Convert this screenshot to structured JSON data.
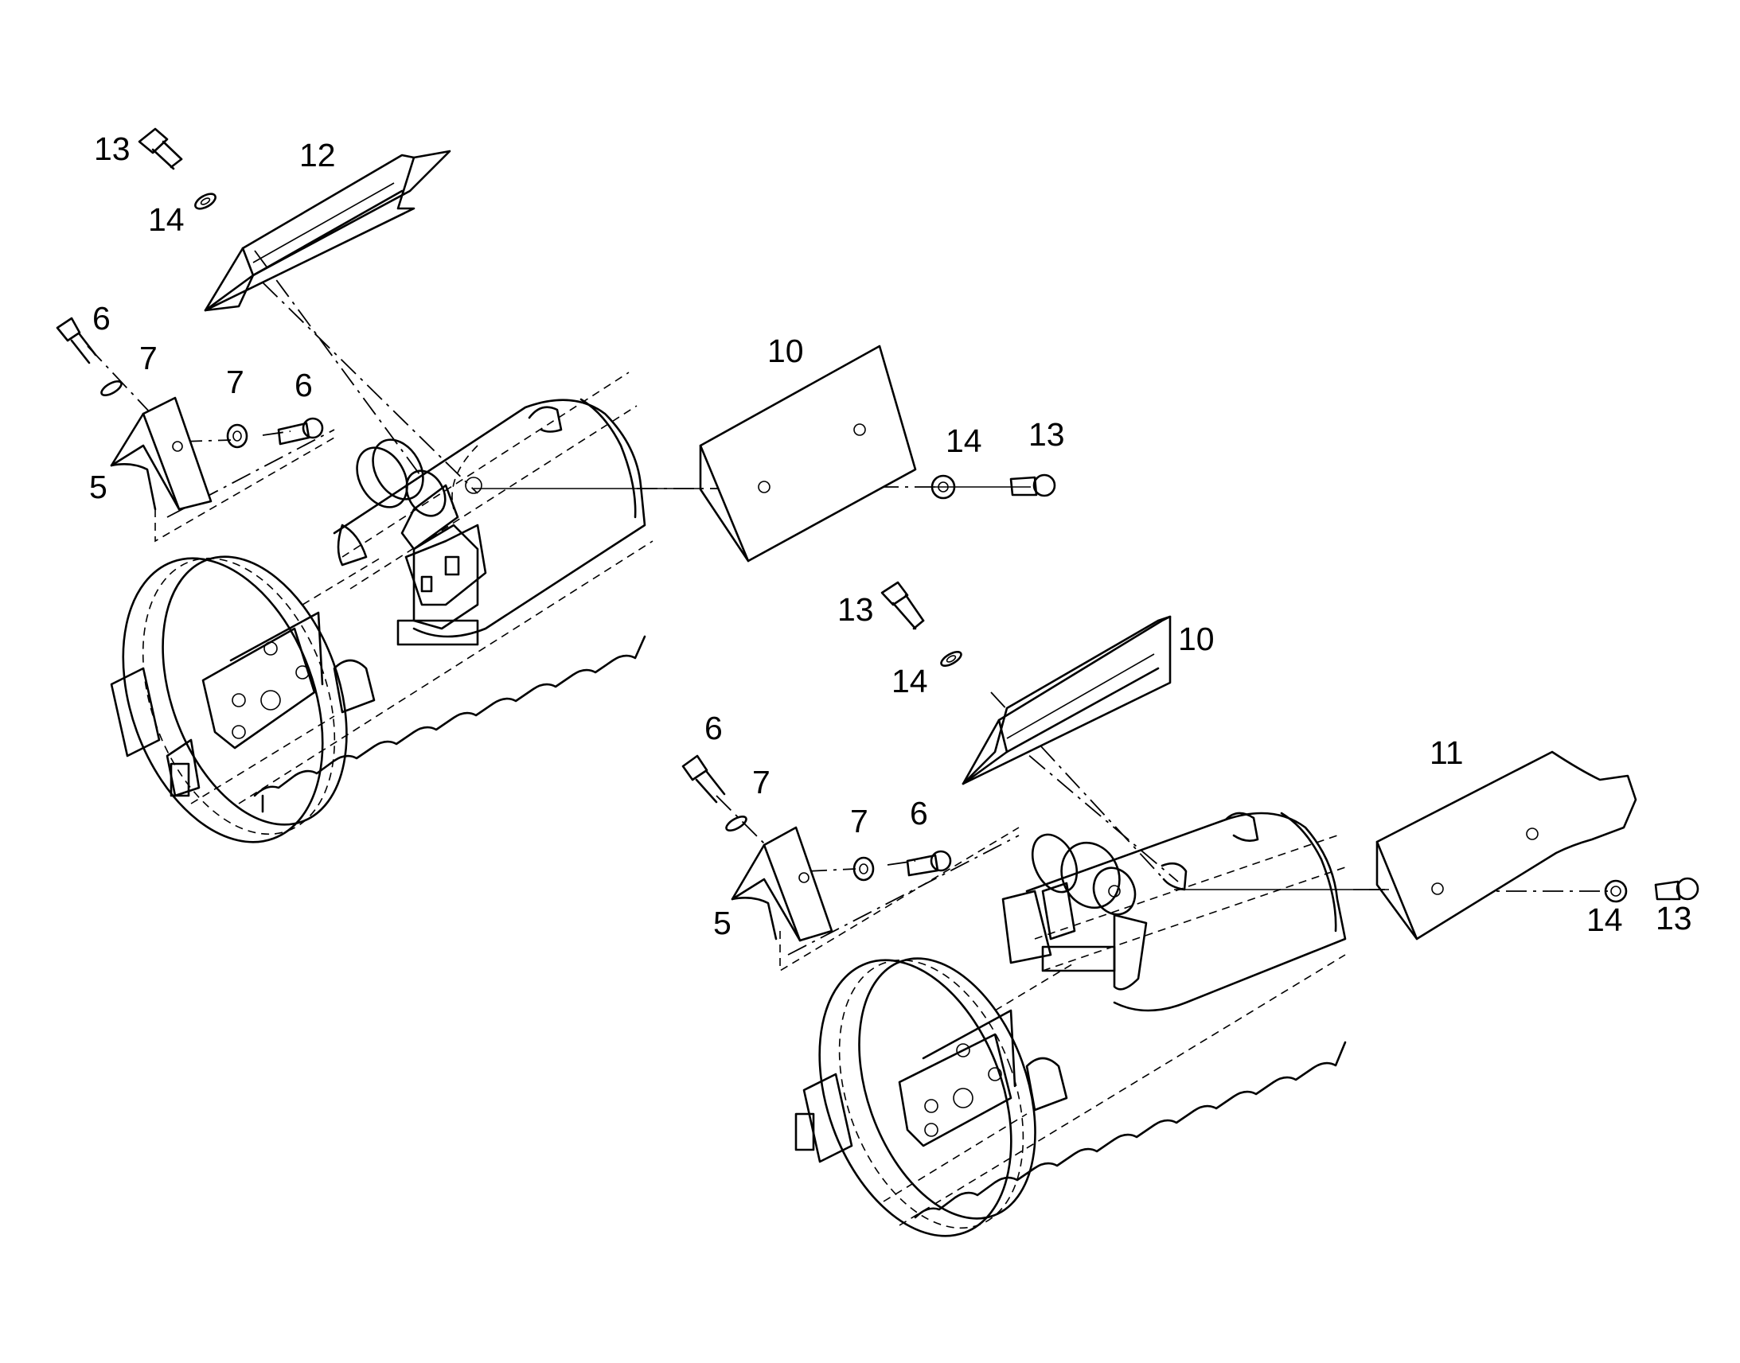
{
  "diagram": {
    "callouts": {
      "a13": "13",
      "a12": "12",
      "a14": "14",
      "a6": "6",
      "a7": "7",
      "a7b": "7",
      "a6b": "6",
      "a5": "5",
      "a10": "10",
      "a14b": "14",
      "a13b": "13",
      "b13": "13",
      "b10": "10",
      "b14": "14",
      "b6": "6",
      "b7": "7",
      "b7b": "7",
      "b6b": "6",
      "b5": "5",
      "b11": "11",
      "b14b": "14",
      "b13b": "13"
    },
    "colors": {
      "line": "#000000",
      "background": "#ffffff"
    }
  }
}
